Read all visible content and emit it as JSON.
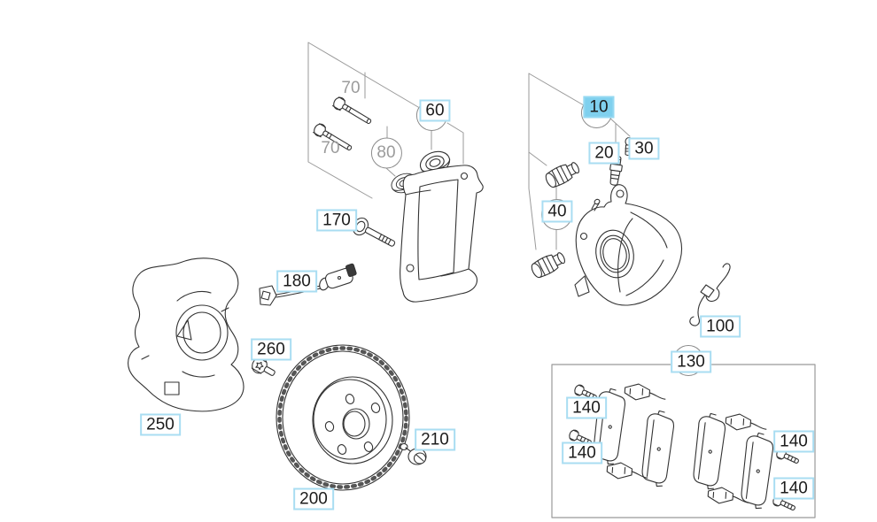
{
  "diagram": {
    "selected_callout": "10",
    "colors": {
      "highlight_fill": "#7fd0ee",
      "callout_border": "#a9ddf2",
      "muted_label": "#9b9b9b",
      "line_art": "#333333",
      "leader_line": "#9a9a9a",
      "kit_box_border": "#999999"
    }
  },
  "callouts": [
    {
      "id": "70-top",
      "text": "70",
      "style": "plain",
      "highlighted": false
    },
    {
      "id": "70-bottom",
      "text": "70",
      "style": "plain",
      "highlighted": false
    },
    {
      "id": "80",
      "text": "80",
      "style": "circle",
      "highlighted": false
    },
    {
      "id": "60",
      "text": "60",
      "style": "circle-box",
      "highlighted": false
    },
    {
      "id": "10",
      "text": "10",
      "style": "circle-box",
      "highlighted": true
    },
    {
      "id": "20",
      "text": "20",
      "style": "box",
      "highlighted": false
    },
    {
      "id": "30",
      "text": "30",
      "style": "box",
      "highlighted": false
    },
    {
      "id": "40",
      "text": "40",
      "style": "circle-box",
      "highlighted": false
    },
    {
      "id": "100",
      "text": "100",
      "style": "box",
      "highlighted": false
    },
    {
      "id": "130",
      "text": "130",
      "style": "circle-box",
      "highlighted": false
    },
    {
      "id": "140-1",
      "text": "140",
      "style": "box",
      "highlighted": false
    },
    {
      "id": "140-2",
      "text": "140",
      "style": "box",
      "highlighted": false
    },
    {
      "id": "140-3",
      "text": "140",
      "style": "box",
      "highlighted": false
    },
    {
      "id": "140-4",
      "text": "140",
      "style": "box",
      "highlighted": false
    },
    {
      "id": "170",
      "text": "170",
      "style": "box",
      "highlighted": false
    },
    {
      "id": "180",
      "text": "180",
      "style": "box",
      "highlighted": false
    },
    {
      "id": "200",
      "text": "200",
      "style": "box",
      "highlighted": false
    },
    {
      "id": "210",
      "text": "210",
      "style": "box",
      "highlighted": false
    },
    {
      "id": "250",
      "text": "250",
      "style": "box",
      "highlighted": false
    },
    {
      "id": "260",
      "text": "260",
      "style": "box",
      "highlighted": false
    }
  ]
}
